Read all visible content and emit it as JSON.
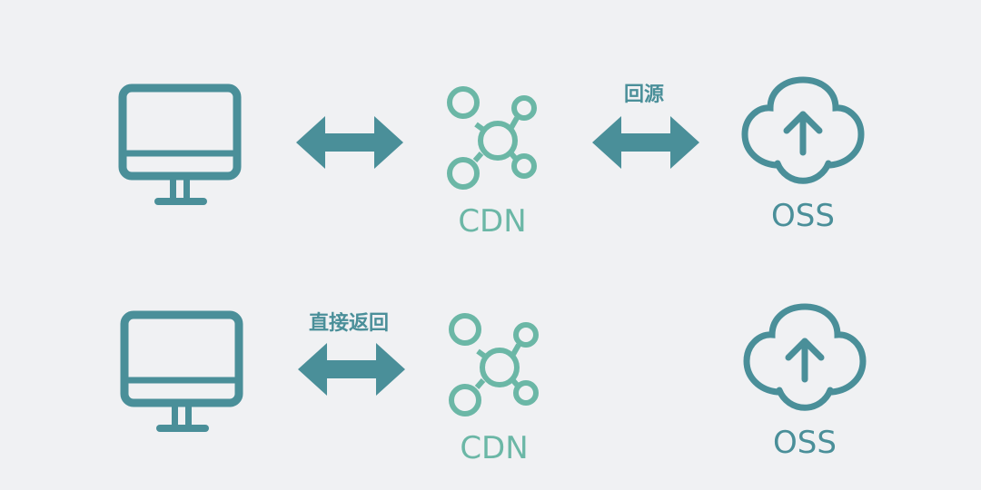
{
  "colors": {
    "background": "#f0f1f3",
    "icon_dark": "#4a8f99",
    "icon_light": "#6bb7a6",
    "label_light": "#6bb7a6",
    "label_dark": "#4a8f99",
    "arrow": "#4a8f99"
  },
  "rows": [
    {
      "client_icon": "monitor-icon",
      "arrow1_label": "",
      "cdn_icon": "network-hub-icon",
      "cdn_label": "CDN",
      "arrow2_label": "回源",
      "oss_icon": "cloud-upload-icon",
      "oss_label": "OSS"
    },
    {
      "client_icon": "monitor-icon",
      "arrow1_label": "直接返回",
      "cdn_icon": "network-hub-icon",
      "cdn_label": "CDN",
      "oss_icon": "cloud-upload-icon",
      "oss_label": "OSS"
    }
  ]
}
